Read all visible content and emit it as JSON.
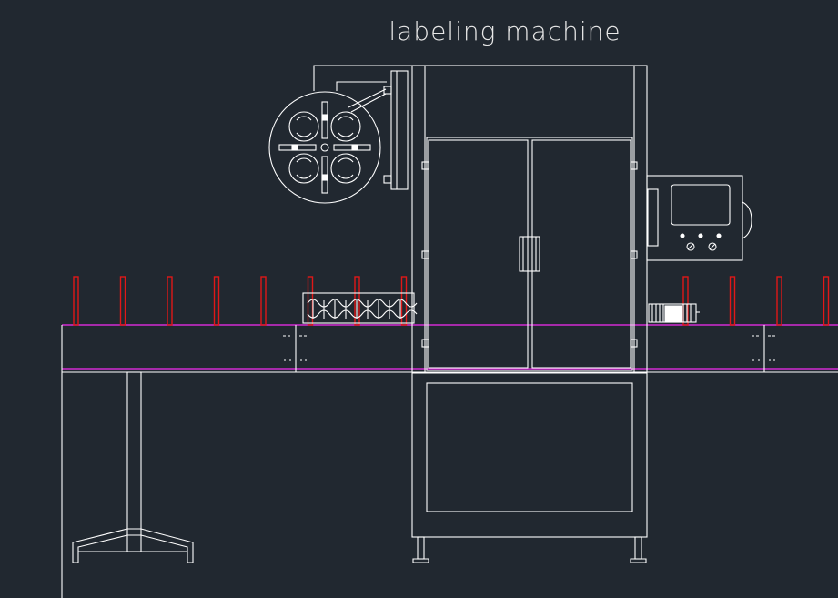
{
  "drawing": {
    "title": "labeling machine",
    "colors": {
      "background": "#212830",
      "line": "#ffffff",
      "bottle": "#e01818",
      "conveyor_edge": "#d22ad2"
    },
    "bottles_left_count": 8,
    "bottles_right_count": 4
  }
}
